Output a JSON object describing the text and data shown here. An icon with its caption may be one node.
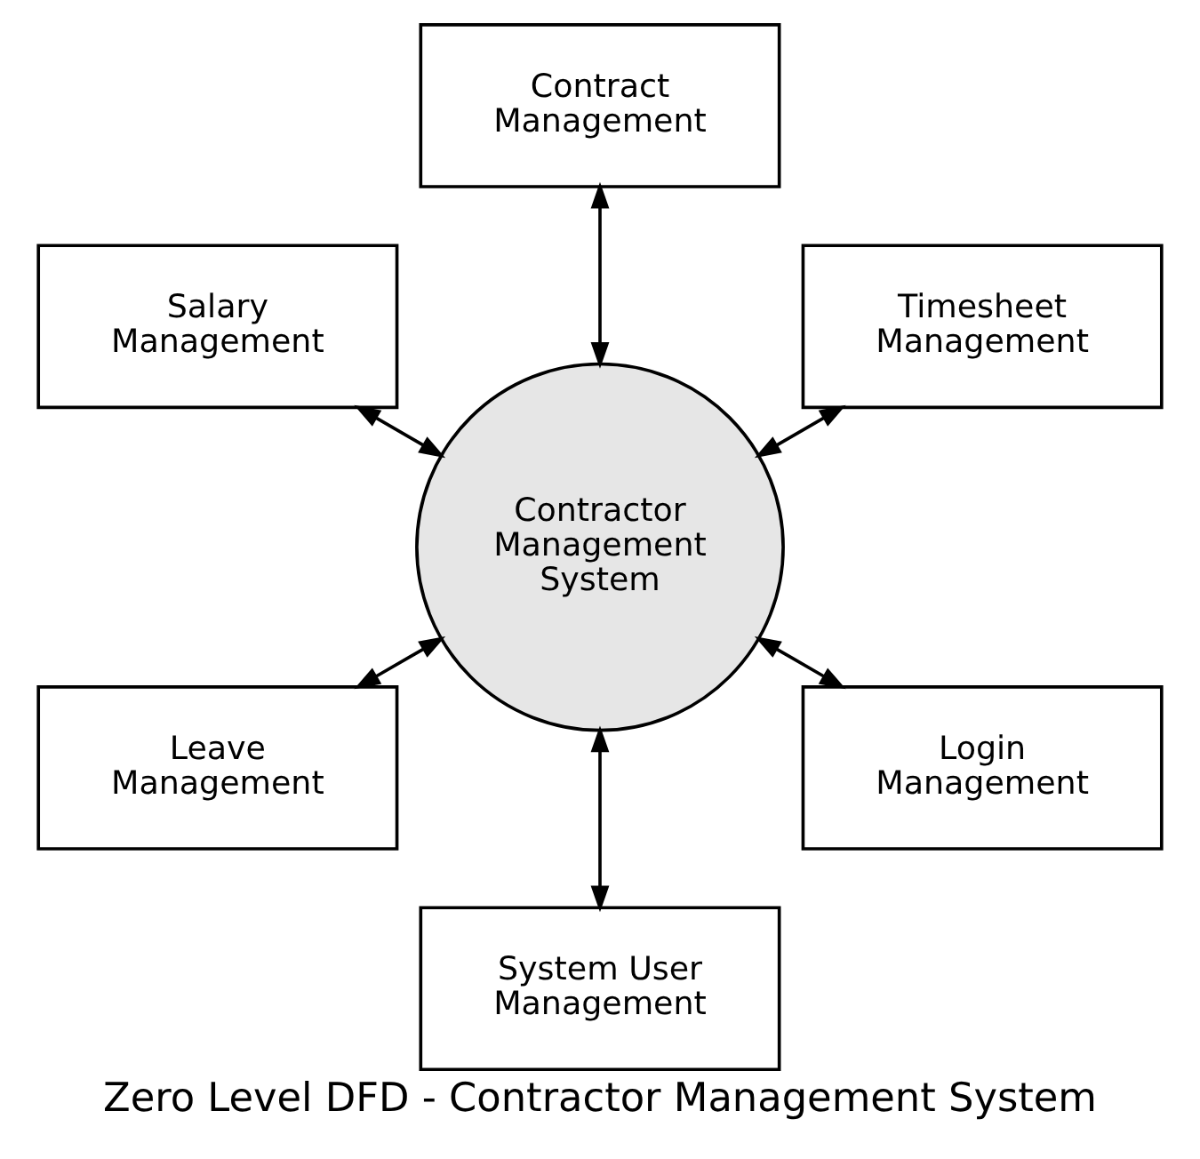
{
  "diagram": {
    "title": "Zero Level DFD - Contractor Management System",
    "nodes": [
      {
        "text": [
          "Timesheet Management"
        ]
      },
      {
        "text": [
          "Contract Management"
        ]
      },
      {
        "text": [
          "Salary Management"
        ]
      },
      {
        "text": [
          "Contractor Management System"
        ]
      },
      {
        "text": [
          "Leave Management"
        ]
      },
      {
        "text": [
          "System User Management"
        ]
      },
      {
        "text": [
          "Login Management"
        ]
      }
    ],
    "edges": [
      {
        "from": 3,
        "to": 0,
        "arrow": "both"
      },
      {
        "from": 3,
        "to": 1,
        "arrow": "both"
      },
      {
        "from": 3,
        "to": 2,
        "arrow": "both"
      },
      {
        "from": 3,
        "to": 4,
        "arrow": "both"
      },
      {
        "from": 3,
        "to": 5,
        "arrow": "both"
      },
      {
        "from": 3,
        "to": 6,
        "arrow": "both"
      }
    ]
  }
}
